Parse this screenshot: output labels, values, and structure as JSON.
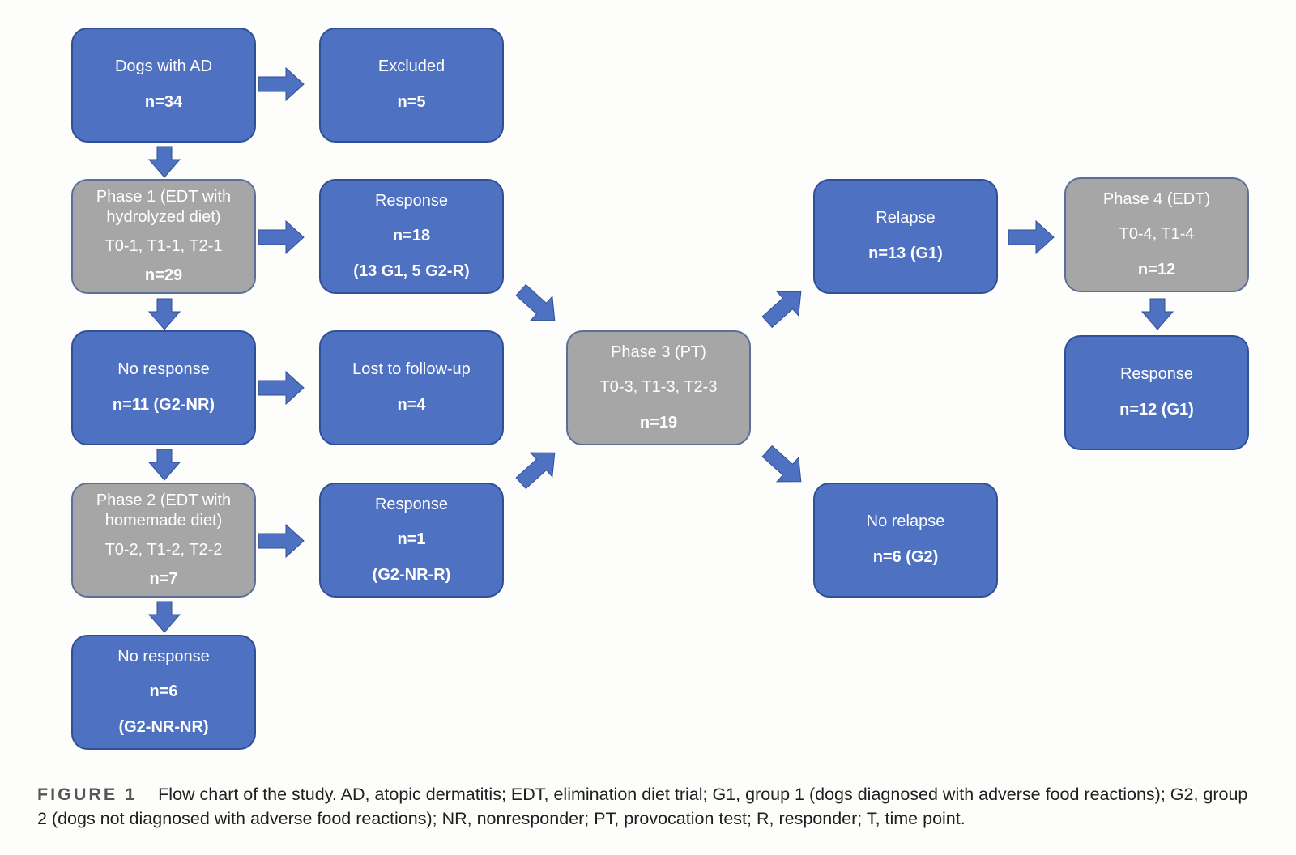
{
  "colors": {
    "box_fill": "#4f71c2",
    "box_border": "#2f4f96",
    "phase_fill": "#a6a6a6",
    "arrow": "#4f71c2"
  },
  "boxes": {
    "dogs_with_ad": {
      "label": "Dogs with AD",
      "count": "n=34"
    },
    "excluded": {
      "label": "Excluded",
      "count": "n=5"
    },
    "phase1": {
      "label": "Phase 1 (EDT with\nhydrolyzed diet)",
      "timepoints": "T0-1, T1-1, T2-1",
      "count": "n=29"
    },
    "response1": {
      "label": "Response",
      "count": "n=18",
      "detail": "(13 G1, 5 G2-R)"
    },
    "no_response1": {
      "label": "No response",
      "count": "n=11 (G2-NR)"
    },
    "lost": {
      "label": "Lost to follow-up",
      "count": "n=4"
    },
    "phase2": {
      "label": "Phase 2 (EDT with\nhomemade diet)",
      "timepoints": "T0-2, T1-2, T2-2",
      "count": "n=7"
    },
    "response2": {
      "label": "Response",
      "count": "n=1",
      "detail": "(G2-NR-R)"
    },
    "no_response2": {
      "label": "No response",
      "count": "n=6",
      "detail": "(G2-NR-NR)"
    },
    "phase3": {
      "label": "Phase 3 (PT)",
      "timepoints": "T0-3, T1-3, T2-3",
      "count": "n=19"
    },
    "relapse": {
      "label": "Relapse",
      "count": "n=13 (G1)"
    },
    "no_relapse": {
      "label": "No relapse",
      "count": "n=6 (G2)"
    },
    "phase4": {
      "label": "Phase 4 (EDT)",
      "timepoints": "T0-4, T1-4",
      "count": "n=12"
    },
    "response4": {
      "label": "Response",
      "count": "n=12 (G1)"
    }
  },
  "caption": {
    "label": "FIGURE 1",
    "text": "Flow chart of the study. AD, atopic dermatitis; EDT, elimination diet trial; G1, group 1 (dogs diagnosed with adverse food reactions); G2, group 2 (dogs not diagnosed with adverse food reactions); NR, nonresponder; PT, provocation test; R, responder; T, time point."
  }
}
